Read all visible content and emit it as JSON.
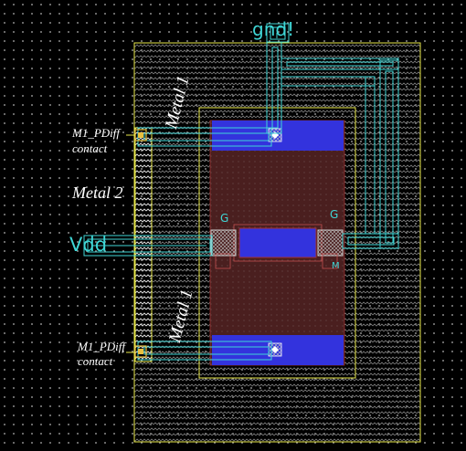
{
  "labels": {
    "pin_top": "gnd!",
    "pin_left": "Vdd",
    "metal1_top": "Metal 1",
    "metal1_bottom": "Metal 1",
    "metal2": "Metal 2",
    "contact_top_line1": "M1_PDiff",
    "contact_top_line2": "contact",
    "contact_bottom_line1": "M1_PDiff",
    "contact_bottom_line2": "contact",
    "gate_left": "G",
    "gate_right": "G",
    "gate_right_small": "M"
  },
  "colors": {
    "background": "#000000",
    "grid_dot": "#8a8a8a",
    "outline_yellow": "#e8e84a",
    "metal_cyan": "#3fd6d6",
    "active_blue": "#3333dd",
    "poly_brown": "#4a1f1f",
    "nwell_hatch": "#6a6a6a"
  }
}
